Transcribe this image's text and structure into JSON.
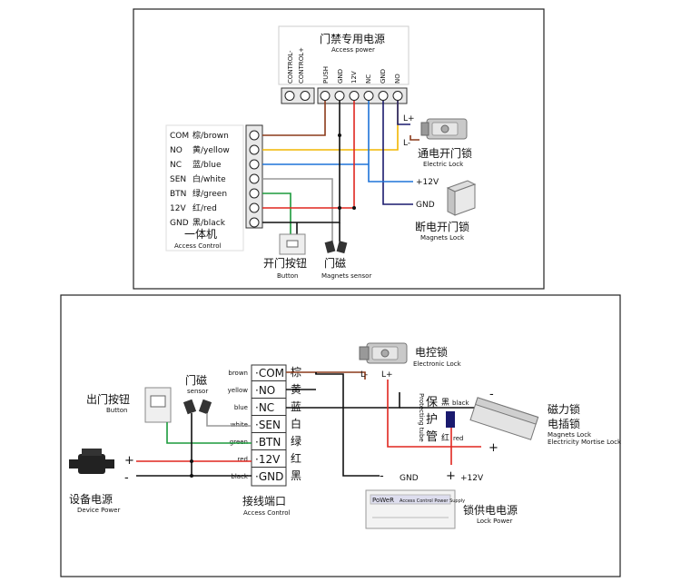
{
  "top": {
    "power_supply": {
      "title_cn": "门禁专用电源",
      "title_en": "Access power",
      "control_minus": "CONTROL-",
      "control_plus": "CONTROL+",
      "terminals": [
        "PUSH",
        "GND",
        "12V",
        "NC",
        "GND",
        "NO"
      ]
    },
    "controller": {
      "title_cn": "一体机",
      "title_en": "Access Control",
      "rows": [
        {
          "pin": "COM",
          "color": "棕/brown"
        },
        {
          "pin": "NO",
          "color": "黄/yellow"
        },
        {
          "pin": "NC",
          "color": "蓝/blue"
        },
        {
          "pin": "SEN",
          "color": "白/white"
        },
        {
          "pin": "BTN",
          "color": "绿/green"
        },
        {
          "pin": "12V",
          "color": "红/red"
        },
        {
          "pin": "GND",
          "color": "黑/black"
        }
      ]
    },
    "electric_lock": {
      "l_plus": "L+",
      "l_minus": "L-",
      "cn": "通电开门锁",
      "en": "Electric Lock"
    },
    "magnets_lock": {
      "plus12": "+12V",
      "gnd": "GND",
      "cn": "断电开门锁",
      "en": "Magnets  Lock"
    },
    "button": {
      "cn": "开门按钮",
      "en": "Button"
    },
    "sensor": {
      "cn": "门磁",
      "en": "Magnets sensor"
    }
  },
  "bottom": {
    "exit_button": {
      "cn": "出门按钮",
      "en": "Button"
    },
    "door_sensor": {
      "cn": "门磁",
      "en": "sensor"
    },
    "device_power": {
      "cn": "设备电源",
      "en": "Device Power",
      "plus": "+",
      "minus": "-"
    },
    "terminal": {
      "cn": "接线端口",
      "en": "Access Control",
      "rows": [
        {
          "wire": "brown",
          "pin": "·COM",
          "cn": "棕"
        },
        {
          "wire": "yellow",
          "pin": "·NO",
          "cn": "黄"
        },
        {
          "wire": "blue",
          "pin": "·NC",
          "cn": "蓝"
        },
        {
          "wire": "white",
          "pin": "·SEN",
          "cn": "白"
        },
        {
          "wire": "green",
          "pin": "·BTN",
          "cn": "绿"
        },
        {
          "wire": "red",
          "pin": "·12V",
          "cn": "红"
        },
        {
          "wire": "black",
          "pin": "·GND",
          "cn": "黑"
        }
      ]
    },
    "electronic_lock": {
      "cn": "电控锁",
      "en": "Electronic Lock",
      "l_minus": "L-",
      "l_plus": "L+"
    },
    "protect_tube": {
      "cn1": "保",
      "cn2": "护",
      "cn3": "管",
      "en": "Protecting tube",
      "black_cn": "黑",
      "black_en": "black",
      "red_cn": "红",
      "red_en": "red"
    },
    "magnetic_lock": {
      "cn1": "磁力锁",
      "cn2": "电插锁",
      "en1": "Magnets Lock",
      "en2": "Electricity Mortise Lock",
      "minus": "-",
      "plus": "+"
    },
    "lock_power": {
      "cn": "锁供电电源",
      "en": "Lock Power",
      "gnd": "GND",
      "plus12": "+12V",
      "minus": "-",
      "plus": "+",
      "brand": "PoWeR",
      "panel": "Access Control Power Supply"
    }
  },
  "colors": {
    "brown": "#8b3a1a",
    "yellow": "#f2b600",
    "blue": "#1e73d8",
    "white": "#999999",
    "green": "#1b9a3b",
    "red": "#e0261f",
    "black": "#111111",
    "navy": "#1a1a6e"
  }
}
